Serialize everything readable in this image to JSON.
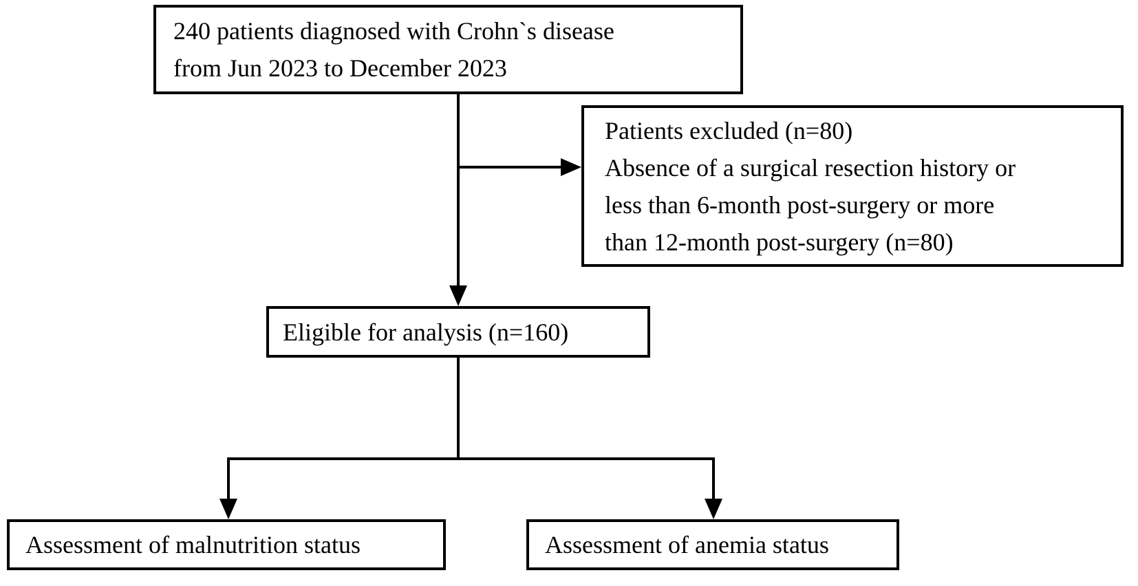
{
  "diagram": {
    "type": "flowchart",
    "background_color": "#ffffff",
    "line_color": "#000000",
    "nodes": {
      "enrollment": {
        "lines": [
          "240 patients diagnosed with Crohn`s disease",
          "from Jun 2023 to December 2023"
        ]
      },
      "excluded": {
        "lines": [
          "Patients excluded (n=80)",
          "Absence of a surgical resection history or",
          "less than 6-month post-surgery or more",
          "than 12-month post-surgery (n=80)"
        ]
      },
      "eligible": {
        "label": "Eligible for analysis (n=160)"
      },
      "malnutrition": {
        "label": "Assessment of malnutrition status"
      },
      "anemia": {
        "label": "Assessment of anemia status"
      }
    }
  }
}
